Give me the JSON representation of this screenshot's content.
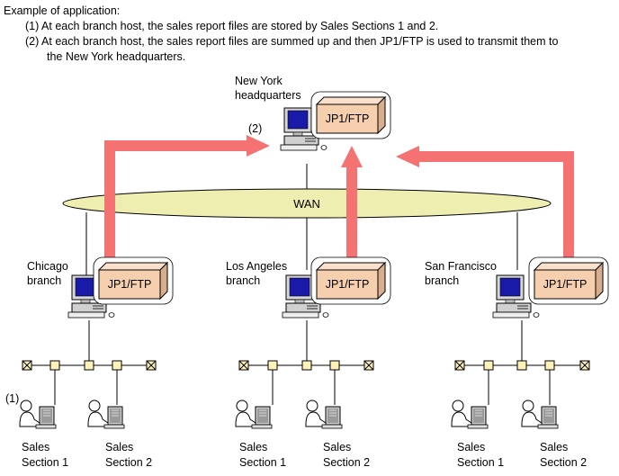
{
  "intro": {
    "heading": "Example of application:",
    "line1": "(1) At each branch host, the sales report files are stored by Sales Sections 1 and 2.",
    "line2": "(2) At each branch host, the sales report files are summed up and then JP1/FTP is used to transmit them to",
    "line2_cont": "the New York headquarters."
  },
  "hq": {
    "label_line1": "New York",
    "label_line2": "headquarters",
    "product": "JP1/FTP"
  },
  "network": {
    "label": "WAN"
  },
  "markers": {
    "transfer": "(2)",
    "store": "(1)"
  },
  "branches": [
    {
      "label_line1": "Chicago",
      "label_line2": "branch",
      "product": "JP1/FTP",
      "sections": [
        {
          "line1": "Sales",
          "line2": "Section 1"
        },
        {
          "line1": "Sales",
          "line2": "Section 2"
        }
      ]
    },
    {
      "label_line1": "Los Angeles",
      "label_line2": "branch",
      "product": "JP1/FTP",
      "sections": [
        {
          "line1": "Sales",
          "line2": "Section 1"
        },
        {
          "line1": "Sales",
          "line2": "Section 2"
        }
      ]
    },
    {
      "label_line1": "San Francisco",
      "label_line2": "branch",
      "product": "JP1/FTP",
      "sections": [
        {
          "line1": "Sales",
          "line2": "Section 1"
        },
        {
          "line1": "Sales",
          "line2": "Section 2"
        }
      ]
    }
  ],
  "colors": {
    "arrow": "#f47272",
    "wan_fill": "#eeeeb0",
    "box_fill": "#f6cfae",
    "screen": "#1a1aa8"
  }
}
